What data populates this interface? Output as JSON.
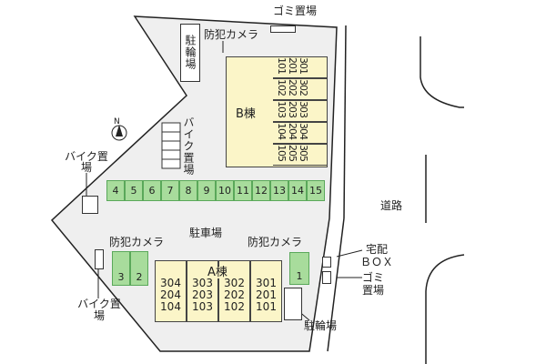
{
  "labels": {
    "garbage_top": "ゴミ置場",
    "camera_top": "防犯カメラ",
    "bicycle_top": "駐輪場",
    "bike_mid": "バイク置場",
    "bike_left_top": "バイク置場",
    "bike_left_bottom": "バイク置場",
    "parking": "駐車場",
    "camera_left": "防犯カメラ",
    "camera_right": "防犯カメラ",
    "delivery_box": "宅配",
    "delivery_box2": "ＢＯＸ",
    "garbage_right": "ゴミ置場",
    "bicycle_bottom": "駐輪場",
    "road": "道路",
    "north": "N"
  },
  "building_a": {
    "name": "A棟",
    "units": [
      {
        "rooms": [
          "304",
          "204",
          "104"
        ]
      },
      {
        "rooms": [
          "303",
          "203",
          "103"
        ]
      },
      {
        "rooms": [
          "302",
          "202",
          "102"
        ]
      },
      {
        "rooms": [
          "301",
          "201",
          "101"
        ]
      }
    ]
  },
  "building_b": {
    "name": "B棟",
    "rows": [
      {
        "rooms": [
          "301",
          "201",
          "101"
        ]
      },
      {
        "rooms": [
          "302",
          "202",
          "102"
        ]
      },
      {
        "rooms": [
          "303",
          "203",
          "103"
        ]
      },
      {
        "rooms": [
          "304",
          "204",
          "104"
        ]
      },
      {
        "rooms": [
          "305",
          "205",
          "105"
        ]
      }
    ]
  },
  "parking_row": [
    "4",
    "5",
    "6",
    "7",
    "8",
    "9",
    "10",
    "11",
    "12",
    "13",
    "14",
    "15"
  ],
  "parking_left": [
    "3",
    "2"
  ],
  "parking_right": [
    "1"
  ],
  "colors": {
    "site": "#efefef",
    "parking": "#a8dc9c",
    "building": "#fbf5c8"
  }
}
